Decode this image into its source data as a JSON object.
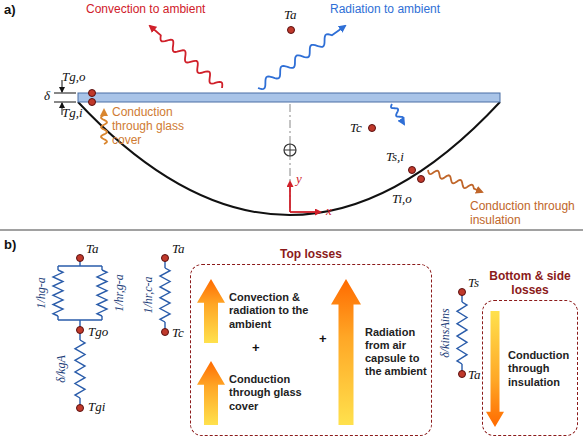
{
  "diagram": {
    "nodes": [
      {
        "text": [
          "Top losses"
        ]
      },
      {
        "text": [
          "Convection & radiation to the ambient"
        ],
        "in": 0
      },
      {
        "text": [
          "Conduction through glass cover"
        ],
        "in": 0
      },
      {
        "text": [
          "Radiation from air capsule to the ambient"
        ],
        "in": 0
      },
      {
        "text": [
          "Bottom & side losses"
        ]
      },
      {
        "text": [
          "Conduction through insulation"
        ],
        "in": 4
      }
    ],
    "labels": [
      "a)",
      "Convection to ambient",
      "Ta",
      "Radiation to ambient",
      "δ",
      "Tg,o",
      "Tg,i",
      "Conduction through glass cover",
      "Tc",
      "Ts,i",
      "Ti,o",
      "Conduction through insulation",
      "y",
      "x",
      "b)",
      "Ta",
      "1/hg-a",
      "1/hr,g-a",
      "Tgo",
      "δ/kgA",
      "Tgi",
      "Ta",
      "1/hr,c-a",
      "Tc",
      "+",
      "+",
      "Ts",
      "δ/kinsAins",
      "Ta"
    ]
  }
}
